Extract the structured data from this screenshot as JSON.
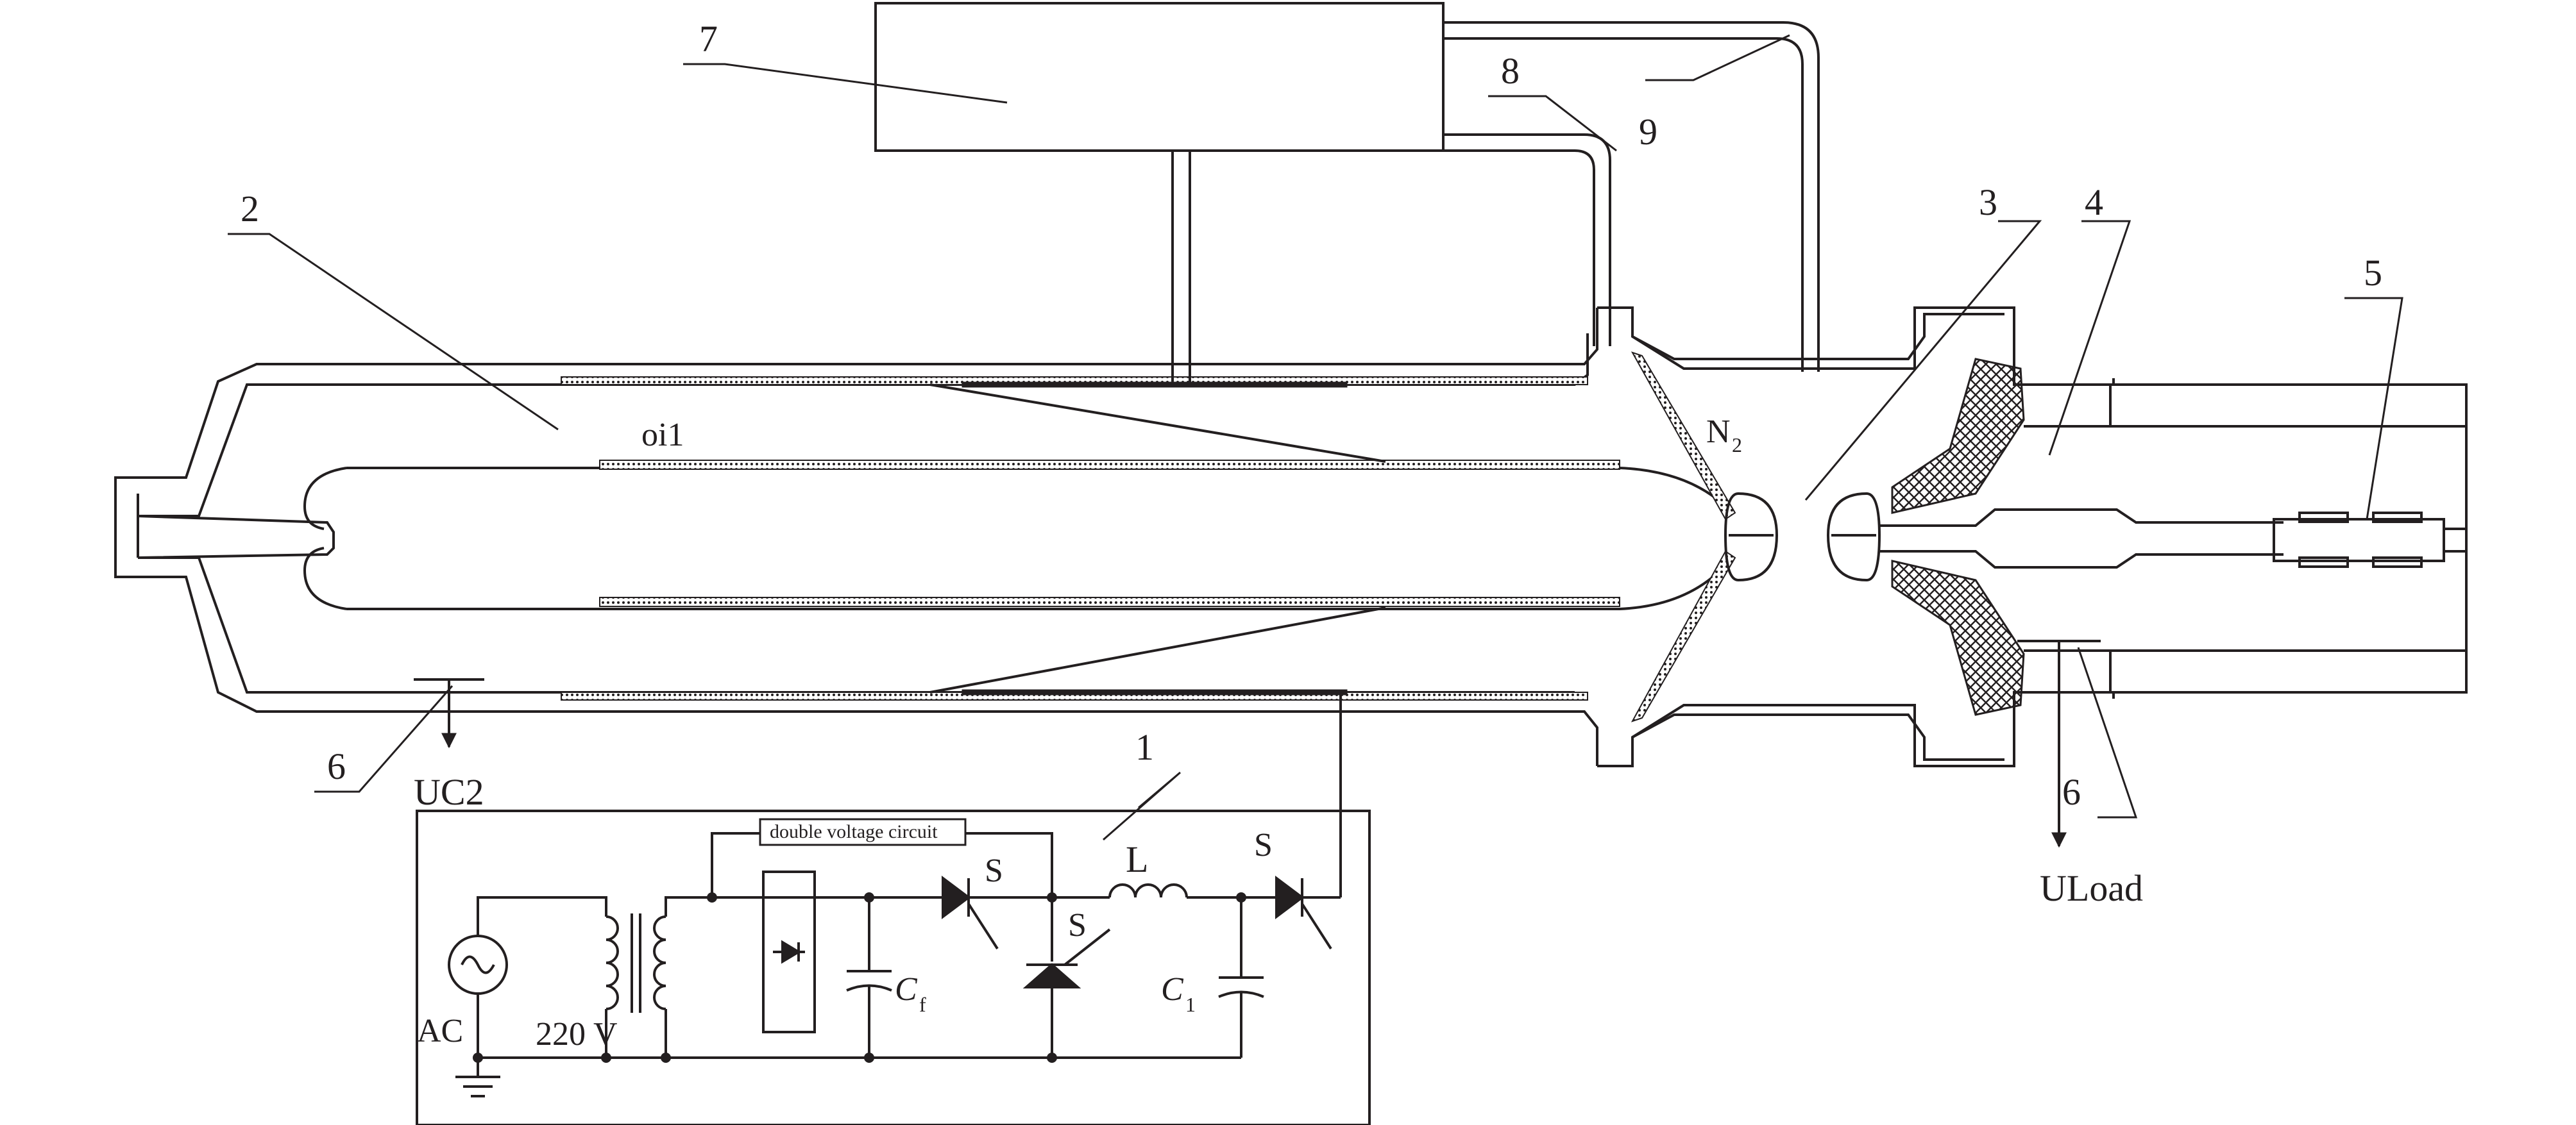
{
  "labels": {
    "n1": "1",
    "n2": "2",
    "n3": "3",
    "n4": "4",
    "n5": "5",
    "n6_left": "6",
    "n6_right": "6",
    "n7": "7",
    "n8": "8",
    "n9": "9",
    "oil": "oi1",
    "n2_gas": "N",
    "n2_gas_sub": "2",
    "uc2": "UC2",
    "uload": "ULoad"
  },
  "circuit": {
    "box_title": "double voltage circuit",
    "ac": "AC",
    "voltage": "220 V",
    "switch_1": "S",
    "switch_2": "S",
    "switch_3": "S",
    "inductor": "L",
    "cap_f": "C",
    "cap_f_sub": "f",
    "cap_1": "C",
    "cap_1_sub": "1"
  },
  "colors": {
    "line": "#231f20",
    "background": "#ffffff"
  },
  "icons": [
    "ac-source-icon",
    "transformer-icon",
    "diode-icon",
    "capacitor-icon",
    "inductor-icon",
    "thyristor-icon",
    "ground-icon",
    "arrow-icon"
  ]
}
